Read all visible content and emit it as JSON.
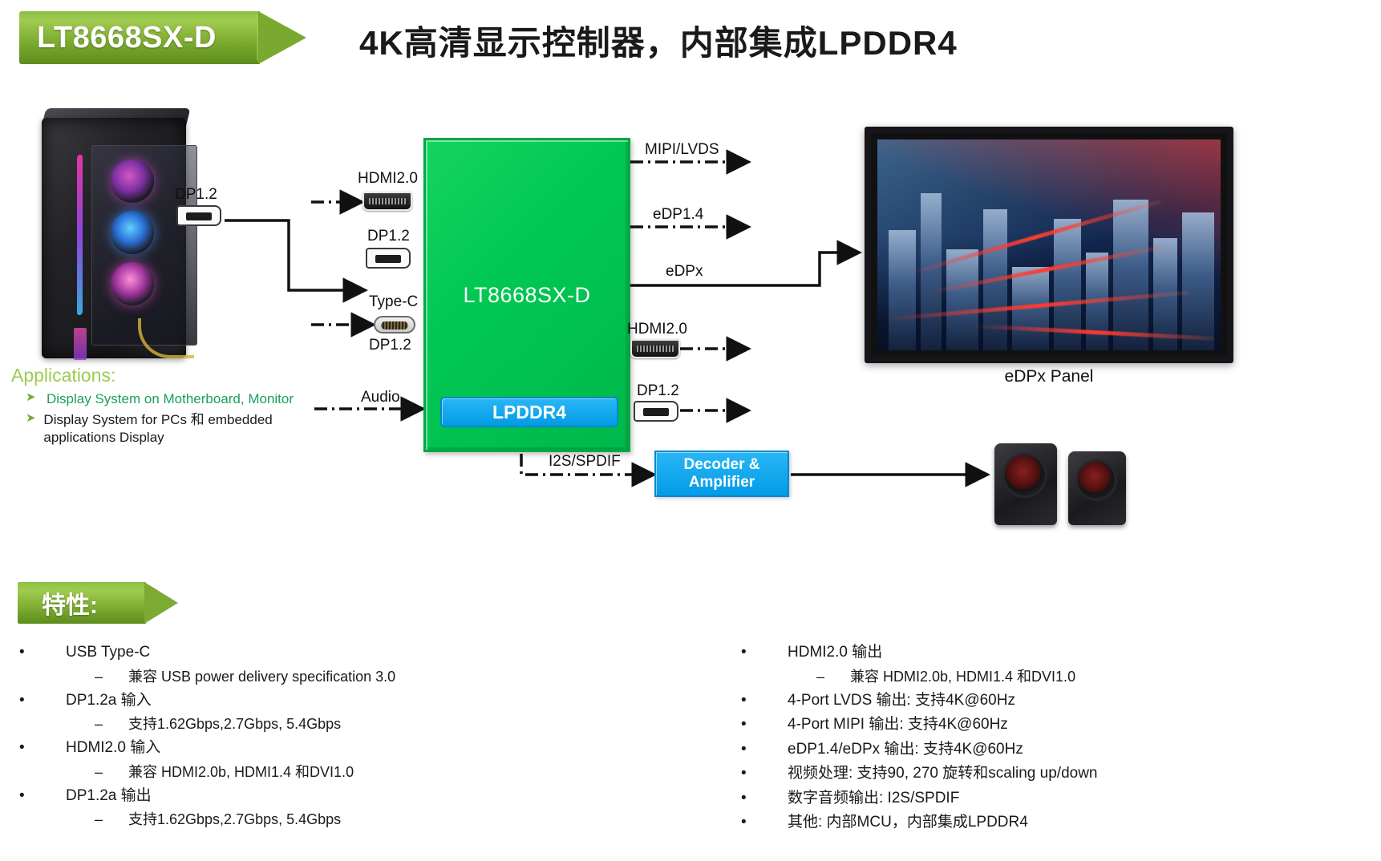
{
  "header": {
    "chip_name": "LT8668SX-D",
    "title": "4K高清显示控制器，内部集成LPDDR4"
  },
  "diagram": {
    "chip_label": "LT8668SX-D",
    "memory_block": "LPDDR4",
    "source_dp_label": "DP1.2",
    "inputs": [
      {
        "label": "HDMI2.0",
        "icon": "hdmi-connector-icon"
      },
      {
        "label": "DP1.2",
        "icon": "dp-connector-icon"
      },
      {
        "label": "Type-C",
        "sublabel": "DP1.2",
        "icon": "typec-connector-icon"
      },
      {
        "label": "Audio",
        "icon": "audio-line"
      }
    ],
    "outputs": [
      {
        "label": "MIPI/LVDS"
      },
      {
        "label": "eDP1.4"
      },
      {
        "label": "eDPx"
      },
      {
        "label": "HDMI2.0",
        "icon": "hdmi-connector-icon"
      },
      {
        "label": "DP1.2",
        "icon": "dp-connector-icon"
      },
      {
        "label": "I2S/SPDIF"
      }
    ],
    "decoder_line1": "Decoder &",
    "decoder_line2": "Amplifier",
    "panel_caption": "eDPx Panel"
  },
  "applications": {
    "title": "Applications:",
    "items": [
      {
        "text": "Display System on Motherboard, Monitor",
        "color": "green"
      },
      {
        "text": "Display System for PCs 和 embedded applications Display",
        "color": "black"
      }
    ]
  },
  "features": {
    "banner": "特性:",
    "left": [
      {
        "bullet": "•",
        "text": "USB Type-C"
      },
      {
        "dash": "–",
        "text": "兼容 USB power delivery specification 3.0"
      },
      {
        "bullet": "•",
        "text": "DP1.2a 输入"
      },
      {
        "dash": "–",
        "text": "支持1.62Gbps,2.7Gbps, 5.4Gbps"
      },
      {
        "bullet": "•",
        "text": "HDMI2.0 输入"
      },
      {
        "dash": "–",
        "text": "兼容 HDMI2.0b, HDMI1.4 和DVI1.0"
      },
      {
        "bullet": "•",
        "text": "DP1.2a 输出"
      },
      {
        "dash": "–",
        "text": "支持1.62Gbps,2.7Gbps, 5.4Gbps"
      }
    ],
    "right": [
      {
        "bullet": "•",
        "text": "HDMI2.0 输出"
      },
      {
        "dash": "–",
        "text": "兼容 HDMI2.0b, HDMI1.4 和DVI1.0"
      },
      {
        "bullet": "•",
        "text": "4-Port LVDS 输出: 支持4K@60Hz"
      },
      {
        "bullet": "•",
        "text": "4-Port MIPI 输出: 支持4K@60Hz"
      },
      {
        "bullet": "•",
        "text": "eDP1.4/eDPx 输出: 支持4K@60Hz"
      },
      {
        "bullet": "•",
        "text": "视频处理: 支持90, 270 旋转和scaling up/down"
      },
      {
        "bullet": "•",
        "text": "数字音频输出: I2S/SPDIF"
      },
      {
        "bullet": "•",
        "text": "其他: 内部MCU，内部集成LPDDR4"
      }
    ]
  },
  "colors": {
    "banner_green": "#8cc044",
    "chip_green": "#00c853",
    "memory_blue": "#039be5",
    "app_title_green": "#9ccb4e",
    "app_item_green": "#18a05a"
  }
}
